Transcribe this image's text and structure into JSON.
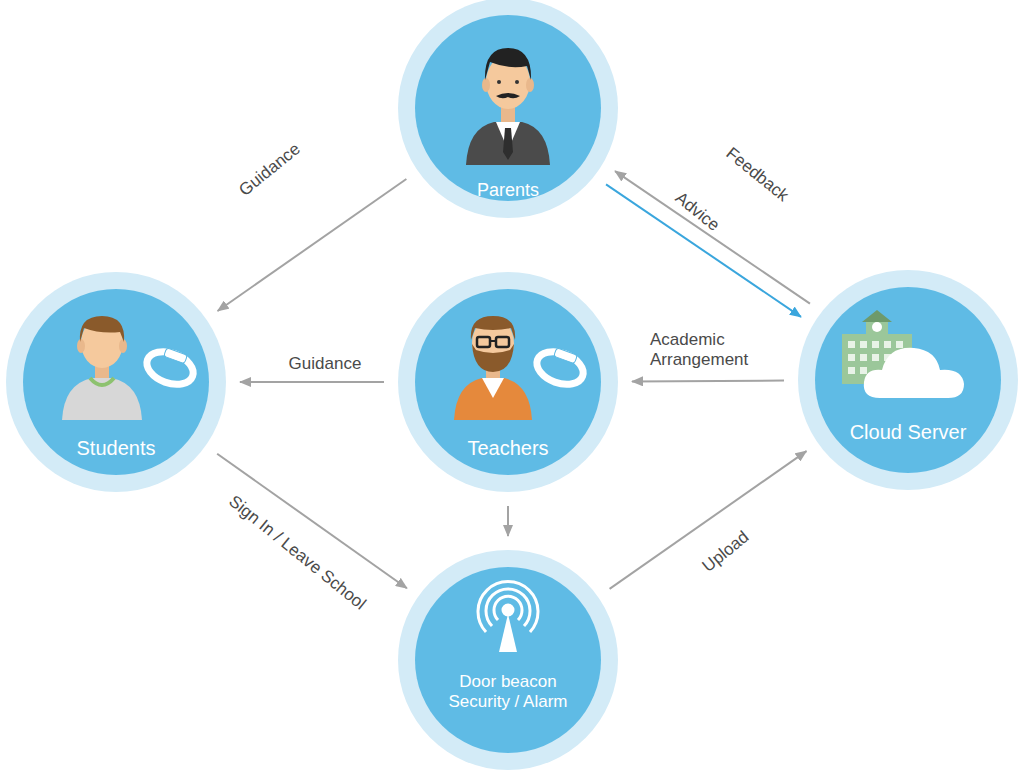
{
  "diagram": {
    "nodes": [
      {
        "text": [
          "Parents"
        ]
      },
      {
        "text": [
          "Students"
        ]
      },
      {
        "text": [
          "Teachers"
        ]
      },
      {
        "text": [
          "Cloud Server"
        ]
      },
      {
        "text": [
          "Door beacon Security / Alarm"
        ]
      }
    ],
    "edges": [
      {
        "from": 0,
        "to": 1,
        "label": "Guidance",
        "arrow": "to"
      },
      {
        "from": 2,
        "to": 1,
        "label": "Guidance",
        "arrow": "to"
      },
      {
        "from": 3,
        "to": 2,
        "label": "Academic Arrangement",
        "arrow": "to"
      },
      {
        "from": 3,
        "to": 0,
        "label": "Feedback",
        "arrow": "to"
      },
      {
        "from": 0,
        "to": 3,
        "label": "Advice",
        "arrow": "to"
      },
      {
        "from": 1,
        "to": 4,
        "label": "Sign In / Leave School",
        "arrow": "to"
      },
      {
        "from": 2,
        "to": 4,
        "arrow": "to"
      },
      {
        "from": 4,
        "to": 3,
        "label": "Upload",
        "arrow": "to"
      }
    ]
  }
}
